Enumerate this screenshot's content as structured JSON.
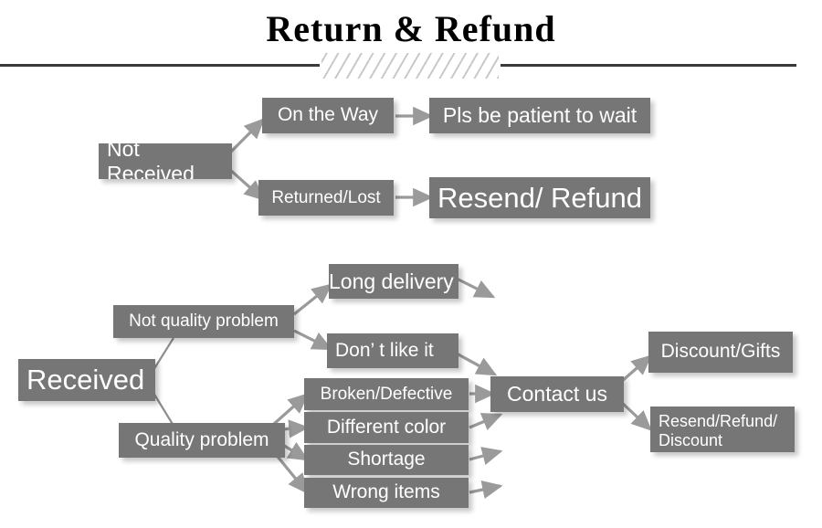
{
  "header": {
    "title": "Return & Refund",
    "divider_left": "horizontal-rule",
    "divider_hatch": "diagonal-hatch-ornament",
    "divider_right": "horizontal-rule"
  },
  "flow": {
    "not_received": {
      "root": "Not Received",
      "branches": [
        {
          "label": "On the Way",
          "result": "Pls be patient to wait"
        },
        {
          "label": "Returned/Lost",
          "result": "Resend/ Refund"
        }
      ]
    },
    "received": {
      "root": "Received",
      "categories": [
        {
          "label": "Not quality problem",
          "reasons": [
            "Long delivery",
            "Don’  t like it"
          ]
        },
        {
          "label": "Quality problem",
          "reasons": [
            "Broken/Defective",
            "Different color",
            "Shortage",
            "Wrong items"
          ]
        }
      ],
      "action": "Contact us",
      "outcomes": [
        "Discount/Gifts",
        "Resend/Refund/\nDiscount"
      ],
      "outcome_line1": "Resend/Refund/",
      "outcome_line2": "Discount"
    }
  },
  "colors": {
    "box_fill": "#767676",
    "box_text": "#ffffff",
    "connector": "#9a9a9a",
    "rule": "#3a3a3a",
    "hatch": "#c9c9c9",
    "background": "#ffffff"
  }
}
